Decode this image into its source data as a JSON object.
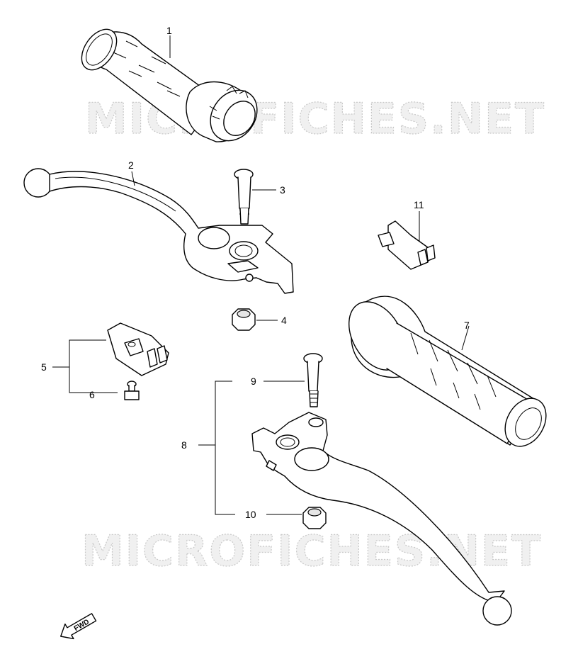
{
  "watermark": {
    "text_top": "MICROFICHES.NET",
    "text_bottom": "MICROFICHES.NET"
  },
  "callouts": {
    "c1": "1",
    "c2": "2",
    "c3": "3",
    "c4": "4",
    "c5": "5",
    "c6": "6",
    "c7": "7",
    "c8": "8",
    "c9": "9",
    "c10": "10",
    "c11": "11"
  },
  "direction_arrow": {
    "label": "FWD"
  }
}
